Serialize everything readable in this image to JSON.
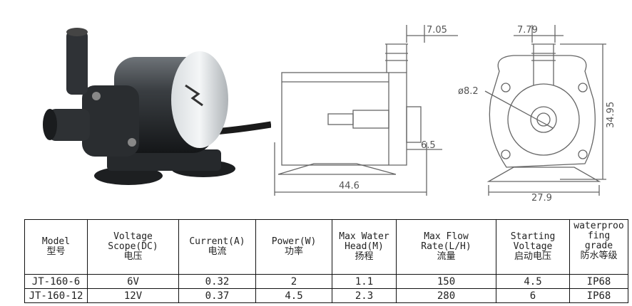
{
  "dimensions": {
    "side_top_width": "7.05",
    "front_top_width": "7.79",
    "outlet_diameter": "ø8.2",
    "side_outlet": "6.5",
    "length": "44.6",
    "height": "34.95",
    "width": "27.9"
  },
  "table": {
    "headers": [
      "Model\n型号",
      "Voltage\nScope(DC)\n电压",
      "Current(A)\n电流",
      "Power(W)\n功率",
      "Max Water\nHead(M)\n扬程",
      "Max Flow\nRate(L/H)\n流量",
      "Starting\nVoltage\n启动电压",
      "waterproo\nfing\ngrade\n防水等级"
    ],
    "rows": [
      [
        "JT-160-6",
        "6V",
        "0.32",
        "2",
        "1.1",
        "150",
        "4.5",
        "IP68"
      ],
      [
        "JT-160-12",
        "12V",
        "0.37",
        "4.5",
        "2.3",
        "280",
        "6",
        "IP68"
      ]
    ]
  }
}
